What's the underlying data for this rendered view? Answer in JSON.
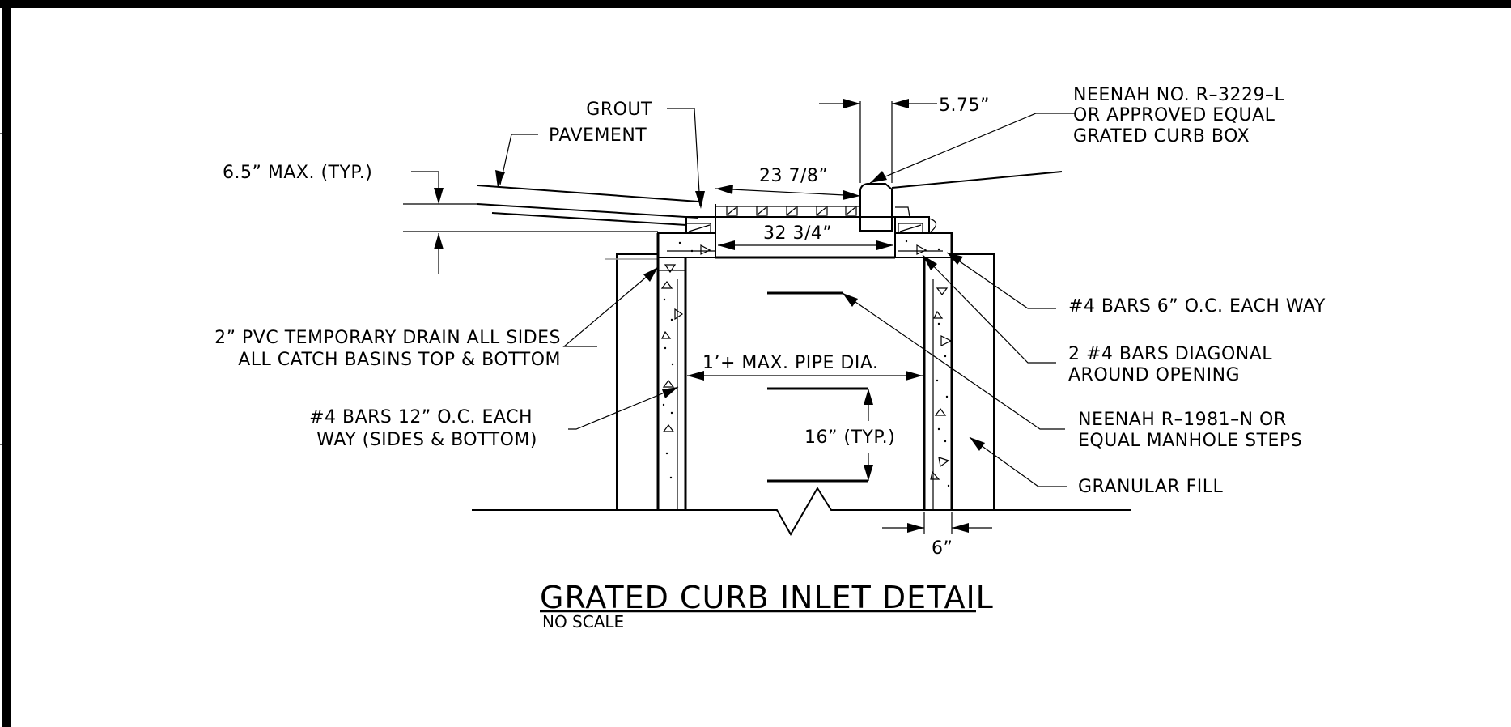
{
  "title": "GRATED CURB INLET DETAIL",
  "subtitle": "NO SCALE",
  "labels": {
    "grout": "GROUT",
    "pavement": "PAVEMENT",
    "max_height": "6.5” MAX. (TYP.)",
    "frame_width": "5.75”",
    "neenah_box_1": "NEENAH NO. R–3229–L",
    "neenah_box_2": "OR APPROVED EQUAL",
    "neenah_box_3": "GRATED CURB BOX",
    "grate_dim": "23 7/8”",
    "opening_dim": "32 3/4”",
    "bars_6": "#4 BARS 6” O.C. EACH WAY",
    "diag_bars_1": "2 #4 BARS DIAGONAL",
    "diag_bars_2": "AROUND OPENING",
    "pvc_drain_1": "2” PVC TEMPORARY DRAIN ALL SIDES",
    "pvc_drain_2": "ALL CATCH BASINS TOP & BOTTOM",
    "pipe_dia": "1’+ MAX. PIPE DIA.",
    "bars_12_1": "#4 BARS 12” O.C. EACH",
    "bars_12_2": "WAY (SIDES & BOTTOM)",
    "steps_spacing": "16” (TYP.)",
    "steps_1": "NEENAH R–1981–N OR",
    "steps_2": "EQUAL MANHOLE STEPS",
    "granular_fill": "GRANULAR FILL",
    "wall_thickness": "6”"
  }
}
